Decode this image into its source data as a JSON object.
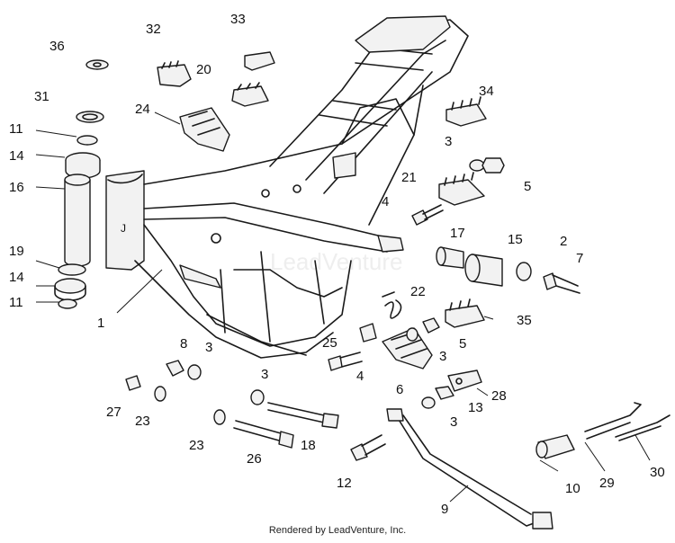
{
  "footer": "Rendered by LeadVenture, Inc.",
  "watermark_text": "LeadVenture",
  "colors": {
    "line": "#1a1a1a",
    "fill": "#f2f2f2",
    "background": "#ffffff"
  },
  "labels": {
    "l1": "1",
    "l2": "2",
    "l3a": "3",
    "l3b": "3",
    "l3c": "3",
    "l3d": "3",
    "l3e": "3",
    "l4a": "4",
    "l4b": "4",
    "l5a": "5",
    "l5b": "5",
    "l6": "6",
    "l7": "7",
    "l8": "8",
    "l9": "9",
    "l10": "10",
    "l11a": "11",
    "l11b": "11",
    "l12": "12",
    "l13": "13",
    "l14a": "14",
    "l14b": "14",
    "l15": "15",
    "l16": "16",
    "l17": "17",
    "l18": "18",
    "l19": "19",
    "l20": "20",
    "l21": "21",
    "l22": "22",
    "l23a": "23",
    "l23b": "23",
    "l24": "24",
    "l25": "25",
    "l26": "26",
    "l27": "27",
    "l28": "28",
    "l29": "29",
    "l30": "30",
    "l31": "31",
    "l32": "32",
    "l33": "33",
    "l34": "34",
    "l35": "35",
    "l36": "36"
  }
}
